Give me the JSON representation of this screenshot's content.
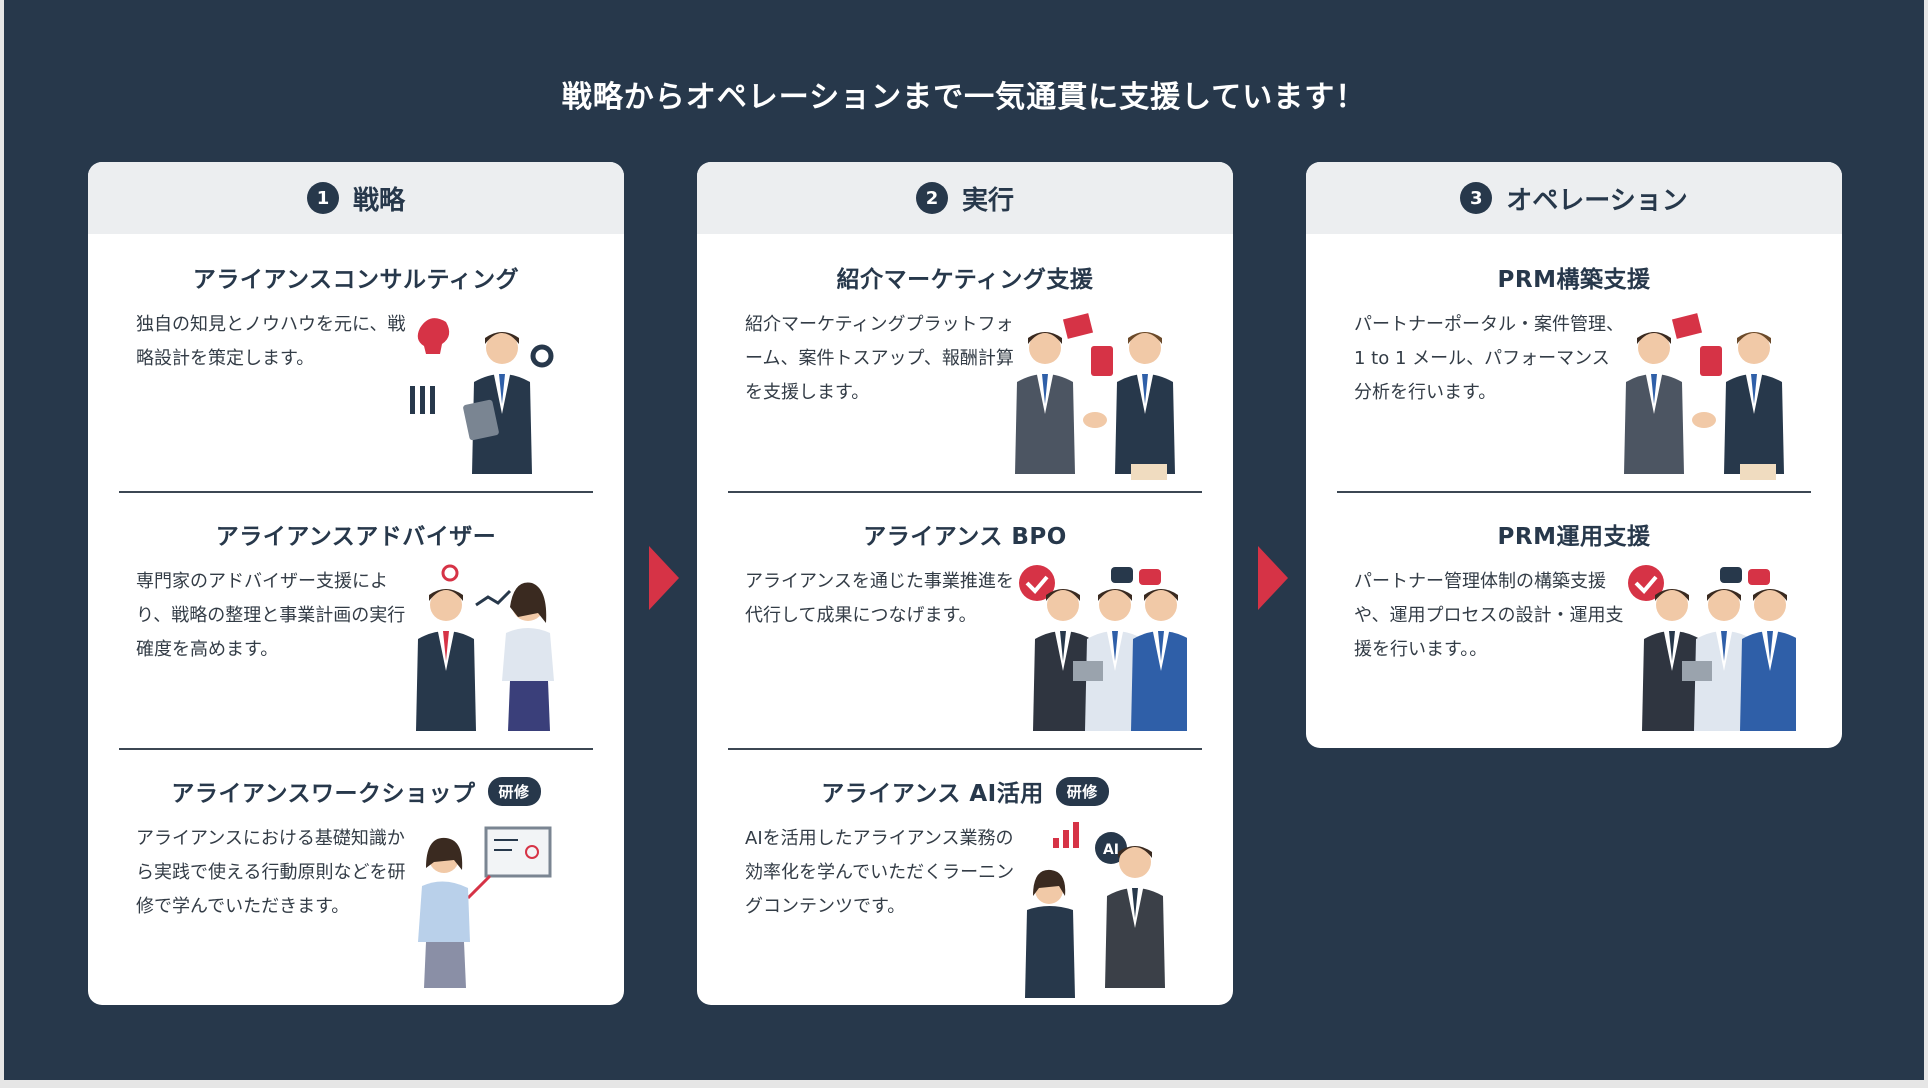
{
  "headline": "戦略からオペレーションまで一気通貫に支援しています！",
  "colors": {
    "panel": "#27384b",
    "accent": "#d63346",
    "card": "#ffffff",
    "card_head": "#eceef0"
  },
  "cards": [
    {
      "num": "1",
      "title": "戦略",
      "items": [
        {
          "title": "アライアンスコンサルティング",
          "tag": "",
          "desc": "独自の知見とノウハウを元に、戦略設計を策定します。",
          "illustration": "consultant-with-tablet-illustration"
        },
        {
          "title": "アライアンスアドバイザー",
          "tag": "",
          "desc": "専門家のアドバイザー支援により、戦略の整理と事業計画の実行確度を高めます。",
          "illustration": "advisors-discussing-illustration"
        },
        {
          "title": "アライアンスワークショップ",
          "tag": "研修",
          "desc": "アライアンスにおける基礎知識から実践で使える行動原則などを研修で学んでいただきます。",
          "illustration": "presenter-with-board-illustration"
        }
      ]
    },
    {
      "num": "2",
      "title": "実行",
      "items": [
        {
          "title": "紹介マーケティング支援",
          "tag": "",
          "desc": "紹介マーケティングプラットフォーム、案件トスアップ、報酬計算を支援します。",
          "illustration": "handshake-illustration"
        },
        {
          "title": "アライアンス BPO",
          "tag": "",
          "desc": "アライアンスを通じた事業推進を代行して成果につなげます。",
          "illustration": "team-with-check-illustration"
        },
        {
          "title": "アライアンス AI活用",
          "tag": "研修",
          "desc": "AIを活用したアライアンス業務の効率化を学んでいただくラーニングコンテンツです。",
          "illustration": "ai-discussion-illustration"
        }
      ]
    },
    {
      "num": "3",
      "title": "オペレーション",
      "items": [
        {
          "title": "PRM構築支援",
          "tag": "",
          "desc": "パートナーポータル・案件管理、1 to 1 メール、パフォーマンス分析を行います。",
          "illustration": "handshake-illustration"
        },
        {
          "title": "PRM運用支援",
          "tag": "",
          "desc": "パートナー管理体制の構築支援や、運用プロセスの設計・運用支援を行います。。",
          "illustration": "team-with-check-illustration"
        }
      ]
    }
  ]
}
